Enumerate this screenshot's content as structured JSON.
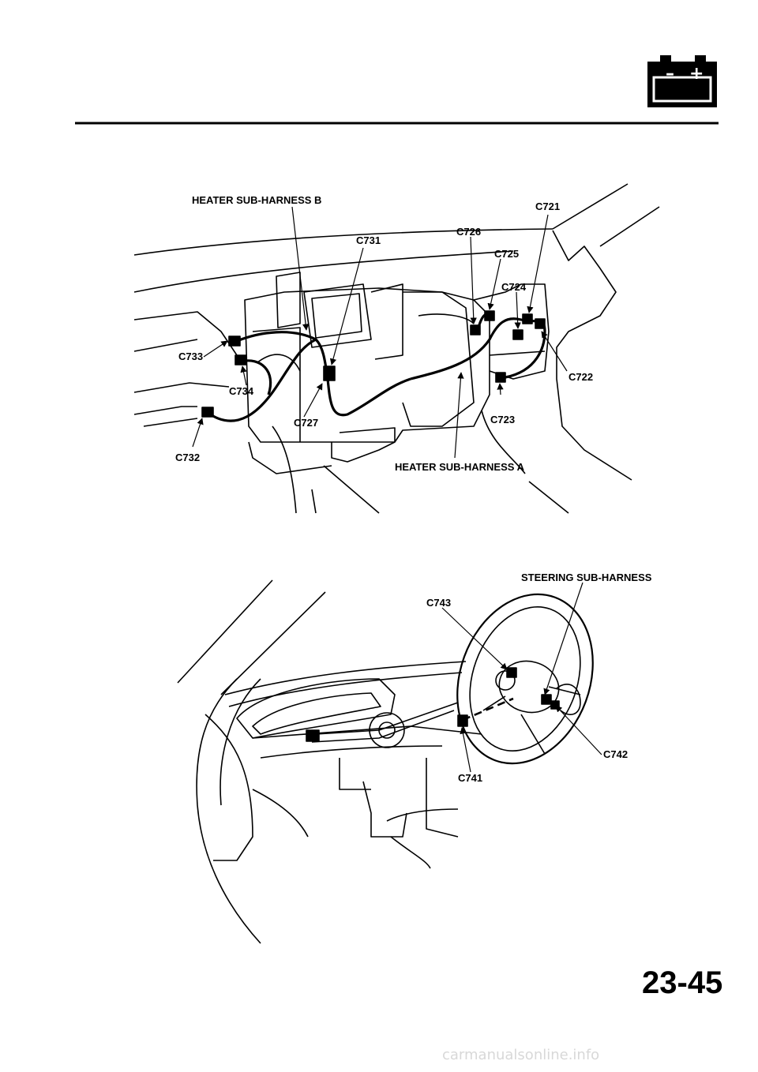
{
  "battery_icon": {
    "minus": "–",
    "plus": "+"
  },
  "page_number": "23-45",
  "watermark": "carmanualsonline.info",
  "heater": {
    "sub_harness_b": "HEATER SUB-HARNESS B",
    "sub_harness_a": "HEATER SUB-HARNESS A",
    "connectors": {
      "c721": "C721",
      "c722": "C722",
      "c723": "C723",
      "c724": "C724",
      "c725": "C725",
      "c726": "C726",
      "c727": "C727",
      "c731": "C731",
      "c732": "C732",
      "c733": "C733",
      "c734": "C734"
    }
  },
  "steering": {
    "sub_harness": "STEERING SUB-HARNESS",
    "connectors": {
      "c741": "C741",
      "c742": "C742",
      "c743": "C743"
    }
  }
}
